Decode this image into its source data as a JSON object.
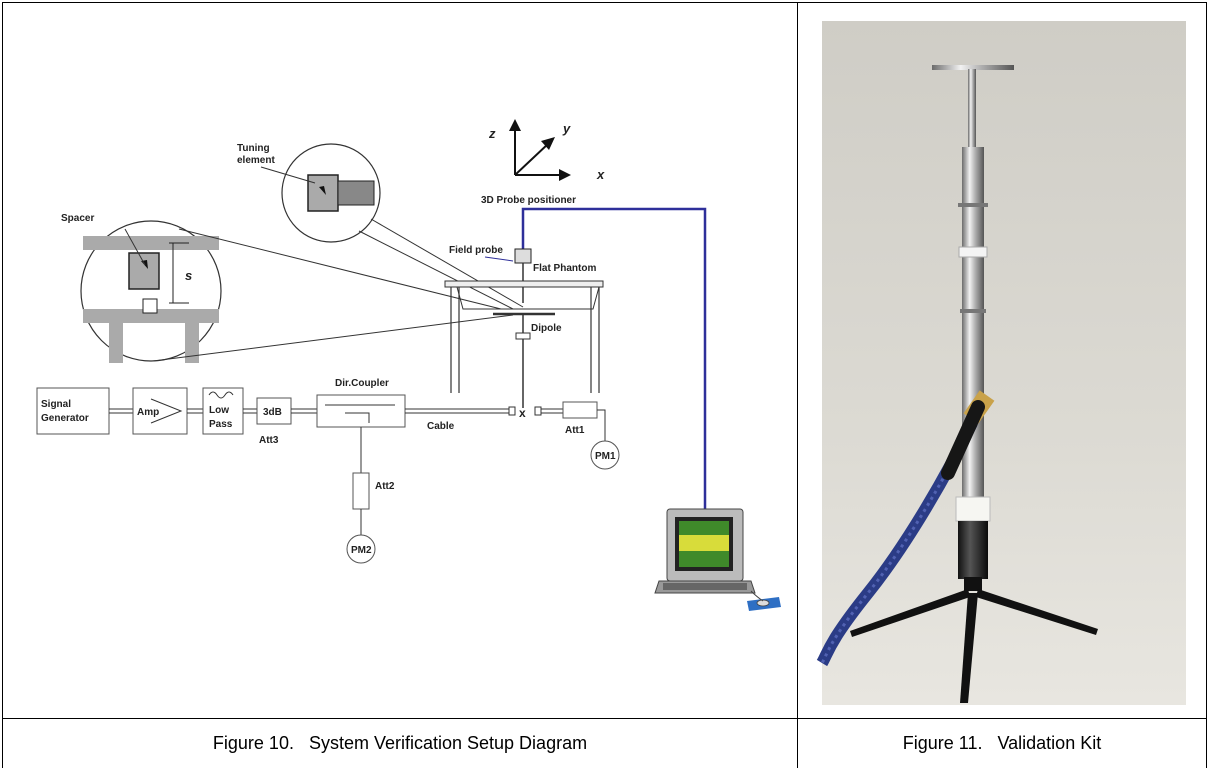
{
  "figures": [
    {
      "caption": "Figure 10.   System Verification Setup Diagram",
      "labels": {
        "spacer": "Spacer",
        "tuning_line1": "Tuning",
        "tuning_line2": "element",
        "s": "s",
        "axis_z": "z",
        "axis_y": "y",
        "axis_x": "x",
        "probe_positioner": "3D Probe positioner",
        "field_probe": "Field probe",
        "flat_phantom": "Flat Phantom",
        "dipole": "Dipole",
        "signal_line1": "Signal",
        "signal_line2": "Generator",
        "amp": "Amp",
        "lowpass_line1": "Low",
        "lowpass_line2": "Pass",
        "att_3db": "3dB",
        "att3": "Att3",
        "dir_coupler": "Dir.Coupler",
        "cable": "Cable",
        "connector_x": "x",
        "att1": "Att1",
        "pm1": "PM1",
        "att2": "Att2",
        "pm2": "PM2"
      }
    },
    {
      "caption": "Figure 11.   Validation Kit"
    }
  ],
  "colors": {
    "cable_blue": "#2e2f9a",
    "line": "#333333",
    "screen_yellow": "#d8dc3a",
    "screen_green": "#3f8a2a"
  }
}
